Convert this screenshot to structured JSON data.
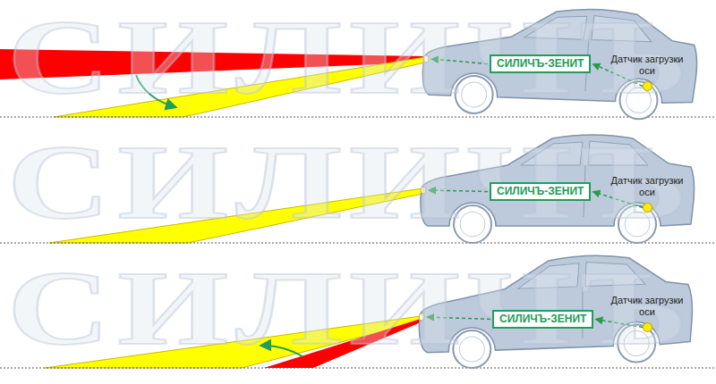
{
  "diagram": {
    "nodes": [
      {
        "text": [
          "СИЛИЧЪ-ЗЕНИТ"
        ]
      },
      {
        "text": [
          "Датчик загрузки оси"
        ]
      },
      {
        "text": [
          "СИЛИЧЪ-ЗЕНИТ"
        ]
      },
      {
        "text": [
          "Датчик загрузки оси"
        ]
      },
      {
        "text": [
          "СИЛИЧЪ-ЗЕНИТ"
        ]
      },
      {
        "text": [
          "Датчик загрузки оси"
        ]
      }
    ],
    "edges": [
      {
        "from": 1,
        "to": 0,
        "arrow": "to"
      },
      {
        "from": 3,
        "to": 2,
        "arrow": "to"
      },
      {
        "from": 5,
        "to": 4,
        "arrow": "to"
      }
    ],
    "labels": [
      "СИЛИЧЪ",
      "СИЛИЧЪ",
      "СИЛИЧЪ"
    ]
  }
}
